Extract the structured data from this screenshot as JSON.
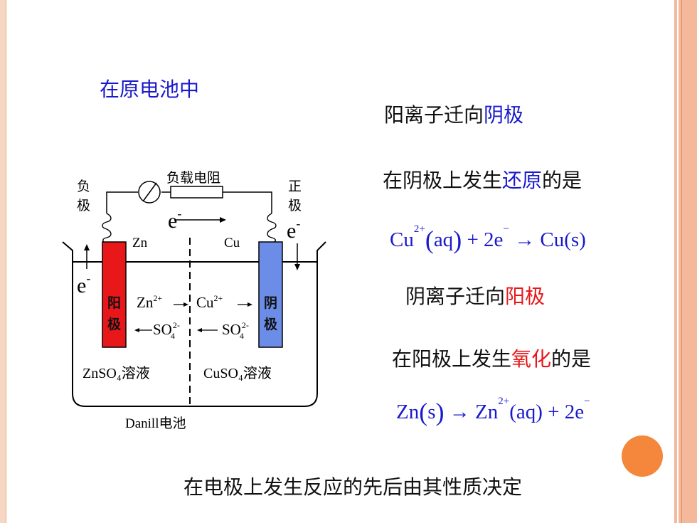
{
  "slide": {
    "title": "在原电池中",
    "line1": {
      "a": "阳离子迁向",
      "b": "阴极"
    },
    "line2": {
      "a": "在阴极上发生",
      "b": "还原",
      "c": "的是"
    },
    "eq1": {
      "cu": "Cu",
      "cu_charge": "2+",
      "aq": "aq",
      "plus": "+ 2e",
      "e_charge": "−",
      "arrow": "→",
      "prod": "Cu(s)"
    },
    "line3": {
      "a": "阴离子迁向",
      "b": "阳极"
    },
    "line4": {
      "a": "在阳极上发生",
      "b": "氧化",
      "c": "的是"
    },
    "eq2": {
      "zn": "Zn",
      "s": "s",
      "arrow": "→",
      "zn2": "Zn",
      "zn_charge": "2+",
      "rest": "(aq) + 2e",
      "e_charge": "−"
    },
    "bottom": "在电极上发生反应的先后由其性质决定"
  },
  "diagram": {
    "load_label": "负载电阻",
    "neg_label": "负\n极",
    "pos_label": "正\n极",
    "e_top": "e",
    "e_top_sup": "-",
    "e_right": "e",
    "e_right_sup": "-",
    "e_left": "e",
    "e_left_sup": "-",
    "zn": "Zn",
    "cu": "Cu",
    "anode_label": "阳极",
    "cathode_label": "阴极",
    "zn_ion": "Zn",
    "zn_ion_charge": "2+",
    "cu_ion": "Cu",
    "cu_ion_charge": "2+",
    "so4": "SO",
    "so4_sub": "4",
    "so4_charge": "2-",
    "left_solution": "ZnSO₄溶液",
    "right_solution": "CuSO₄溶液",
    "caption": "Danill电池"
  },
  "colors": {
    "anode": "#e8171a",
    "cathode": "#6b8de8",
    "accent_blue": "#1a1acc",
    "accent_red": "#e8171a",
    "frame": "#f4b99a",
    "dot": "#f4873c"
  }
}
